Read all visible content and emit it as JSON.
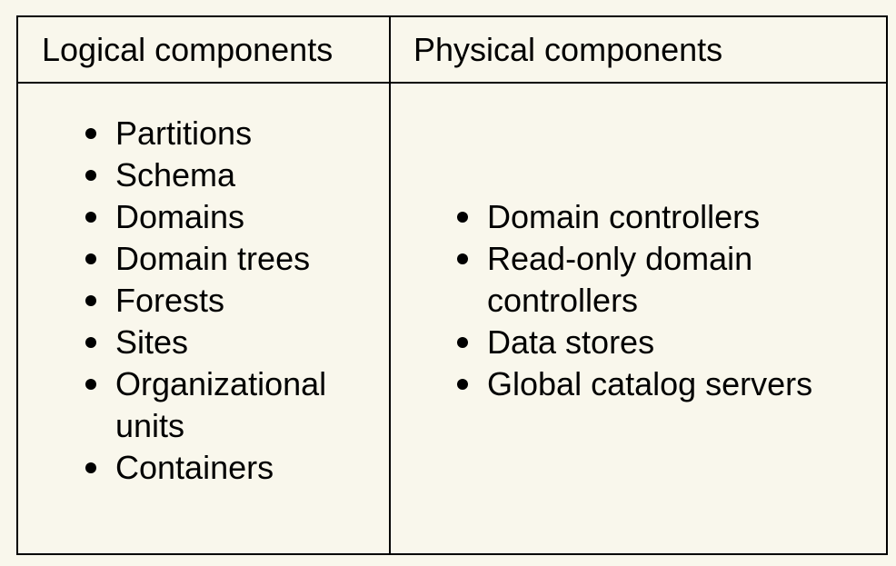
{
  "table": {
    "headers": {
      "logical": "Logical components",
      "physical": "Physical components"
    },
    "logical_items": [
      "Partitions",
      "Schema",
      "Domains",
      "Domain trees",
      "Forests",
      "Sites",
      "Organizational units",
      "Containers"
    ],
    "physical_items": [
      "Domain controllers",
      "Read-only domain controllers",
      "Data stores",
      "Global catalog servers"
    ]
  },
  "colors": {
    "background": "#f9f7ec",
    "text": "#000000",
    "border": "#000000"
  }
}
